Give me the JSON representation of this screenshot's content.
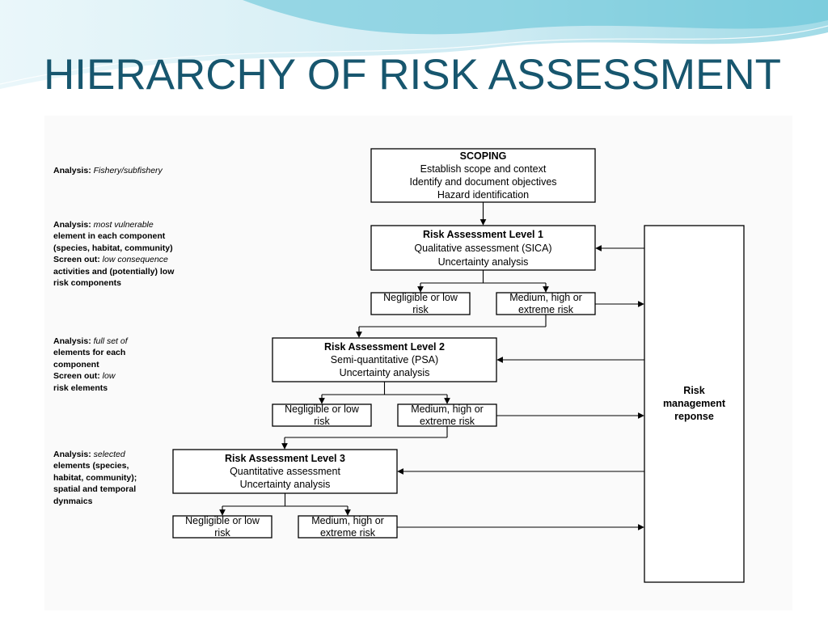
{
  "slide": {
    "title": "HIERARCHY OF RISK ASSESSMENT"
  },
  "analysis_notes": [
    {
      "lines": [
        {
          "label": "Analysis:",
          "text": " Fishery/subfishery"
        }
      ]
    },
    {
      "lines": [
        {
          "label": "Analysis:",
          "text": " most vulnerable"
        },
        {
          "text": "element in each component"
        },
        {
          "text": "(species, habitat, community)"
        },
        {
          "label": "Screen out:",
          "text": " low consequence"
        },
        {
          "text": "activities and (potentially) low"
        },
        {
          "text": "risk components"
        }
      ]
    },
    {
      "lines": [
        {
          "label": "Analysis:",
          "text": " full set of"
        },
        {
          "text": "elements for each"
        },
        {
          "text": "component"
        },
        {
          "label": "Screen out:",
          "text": " low"
        },
        {
          "text": "risk elements"
        }
      ]
    },
    {
      "lines": [
        {
          "label": "Analysis:",
          "text": " selected"
        },
        {
          "text": "elements (species,"
        },
        {
          "text": "habitat, community);"
        },
        {
          "text": "spatial and temporal"
        },
        {
          "text": "dynmaics"
        }
      ]
    }
  ],
  "scoping": {
    "title": "SCOPING",
    "line1": "Establish scope and context",
    "line2": "Identify and document objectives",
    "line3": "Hazard identification"
  },
  "level1": {
    "title": "Risk Assessment Level 1",
    "line1": "Qualitative assessment (SICA)",
    "line2": "Uncertainty analysis"
  },
  "level2": {
    "title": "Risk Assessment Level 2",
    "line1": "Semi-quantitative (PSA)",
    "line2": "Uncertainty analysis"
  },
  "level3": {
    "title": "Risk Assessment Level 3",
    "line1": "Quantitative assessment",
    "line2": "Uncertainty analysis"
  },
  "outcomes": {
    "low_line1": "Negligible or low",
    "low_line2": "risk",
    "high_line1": "Medium, high or",
    "high_line2": "extreme risk"
  },
  "response": {
    "line1": "Risk",
    "line2": "management",
    "line3": "reponse"
  },
  "colors": {
    "title": "#17566e",
    "wave_light": "#bfe6f0",
    "wave_dark": "#4fb8cf"
  }
}
